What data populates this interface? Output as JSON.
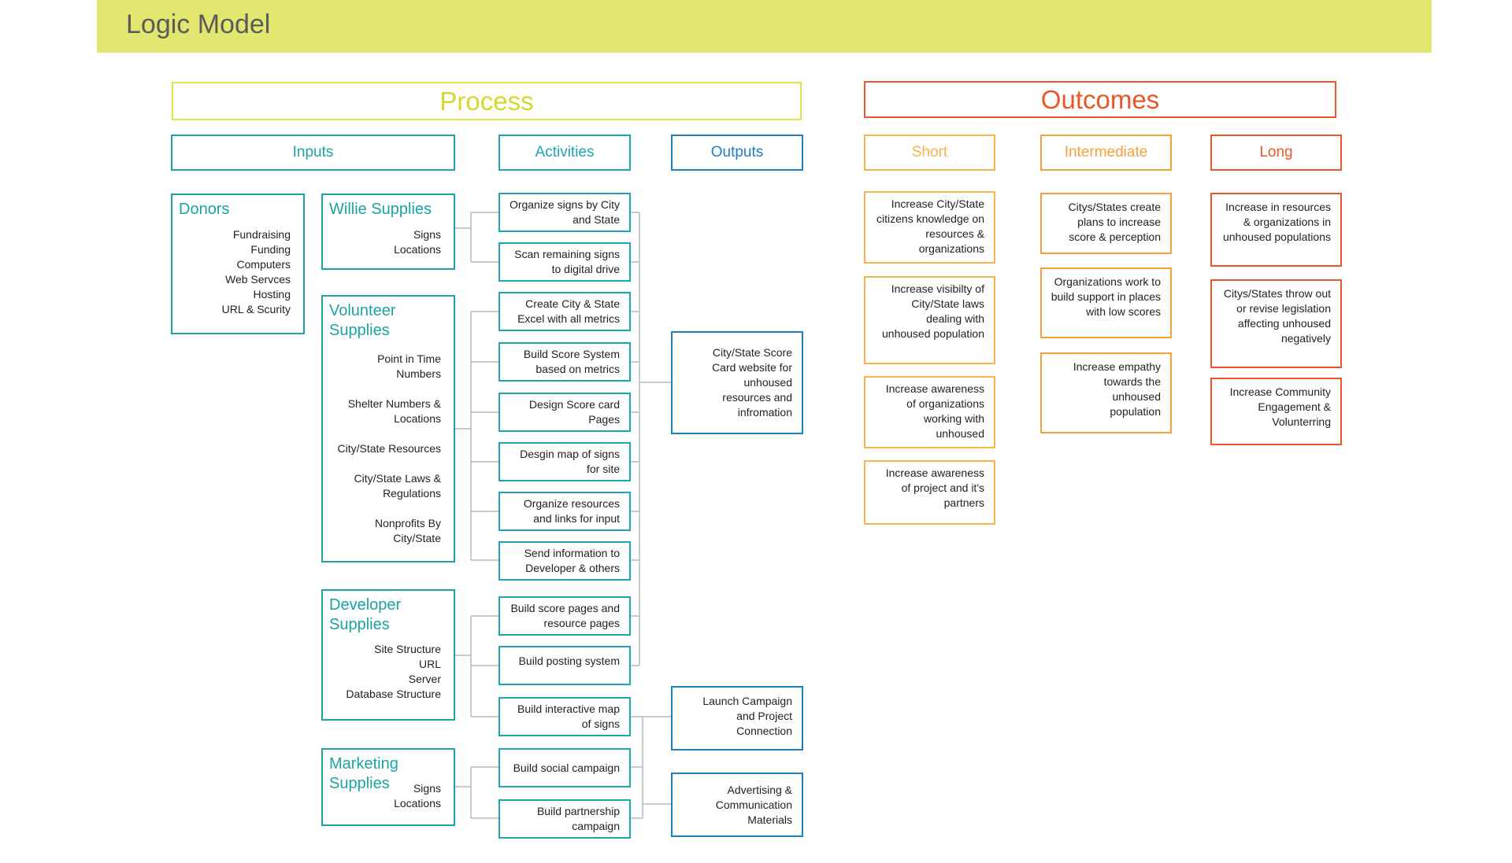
{
  "page_title": "Logic Model",
  "sections": {
    "process": "Process",
    "outcomes": "Outcomes"
  },
  "columns": {
    "inputs": "Inputs",
    "activities": "Activities",
    "outputs": "Outputs",
    "short": "Short",
    "intermediate": "Intermediate",
    "long": "Long"
  },
  "inputs": [
    {
      "title": "Donors",
      "items": [
        "Fundraising",
        "Funding",
        "Computers",
        "Web Servces",
        "Hosting",
        "URL & Scurity"
      ]
    },
    {
      "title": "Willie Supplies",
      "items": [
        "Signs",
        "Locations"
      ]
    },
    {
      "title": "Volunteer Supplies",
      "items": [
        "Point in Time Numbers",
        "Shelter Numbers & Locations",
        "City/State Resources",
        "City/State Laws & Regulations",
        "Nonprofits By City/State"
      ]
    },
    {
      "title": "Developer Supplies",
      "items": [
        "Site Structure",
        "URL",
        "Server",
        "Database Structure"
      ]
    },
    {
      "title": "Marketing Supplies",
      "items": [
        "Signs",
        "Locations"
      ]
    }
  ],
  "activities": [
    "Organize signs by City and State",
    "Scan remaining signs to digital drive",
    "Create City & State Excel with all metrics",
    "Build Score System based on metrics",
    "Design Score card Pages",
    "Desgin map of signs for site",
    "Organize resources and links for input",
    "Send information to Developer & others",
    "Build score pages and resource pages",
    "Build posting system",
    "Build interactive map of signs",
    "Build social campaign",
    "Build partnership campaign"
  ],
  "outputs": [
    "City/State Score Card website for unhoused resources and infromation",
    "Launch Campaign and Project Connection",
    "Advertising & Communication Materials"
  ],
  "short_outcomes": [
    "Increase City/State citizens knowledge on resources & organizations",
    "Increase visibilty of City/State laws dealing with unhoused population",
    "Increase awareness of organizations working with unhoused",
    "Increase awareness of project and it's partners"
  ],
  "intermediate_outcomes": [
    "Citys/States create plans to increase score & perception",
    "Organizations work to build support in places with low scores",
    "Increase empathy towards the unhoused population"
  ],
  "long_outcomes": [
    "Increase in resources & organizations in unhoused populations",
    "Citys/States throw out or revise legislation affecting unhoused negatively",
    "Increase Community Engagement & Volunterring"
  ],
  "colors": {
    "banner": "#e3e770",
    "process": "#d4d92a",
    "outcomes": "#ea5628",
    "teal": "#1aa3a4",
    "outputs_blue": "#1c7fc1",
    "short": "#f7b44d",
    "intermediate": "#f6a03a",
    "long": "#ea5628",
    "connector": "#b8b8b8"
  }
}
